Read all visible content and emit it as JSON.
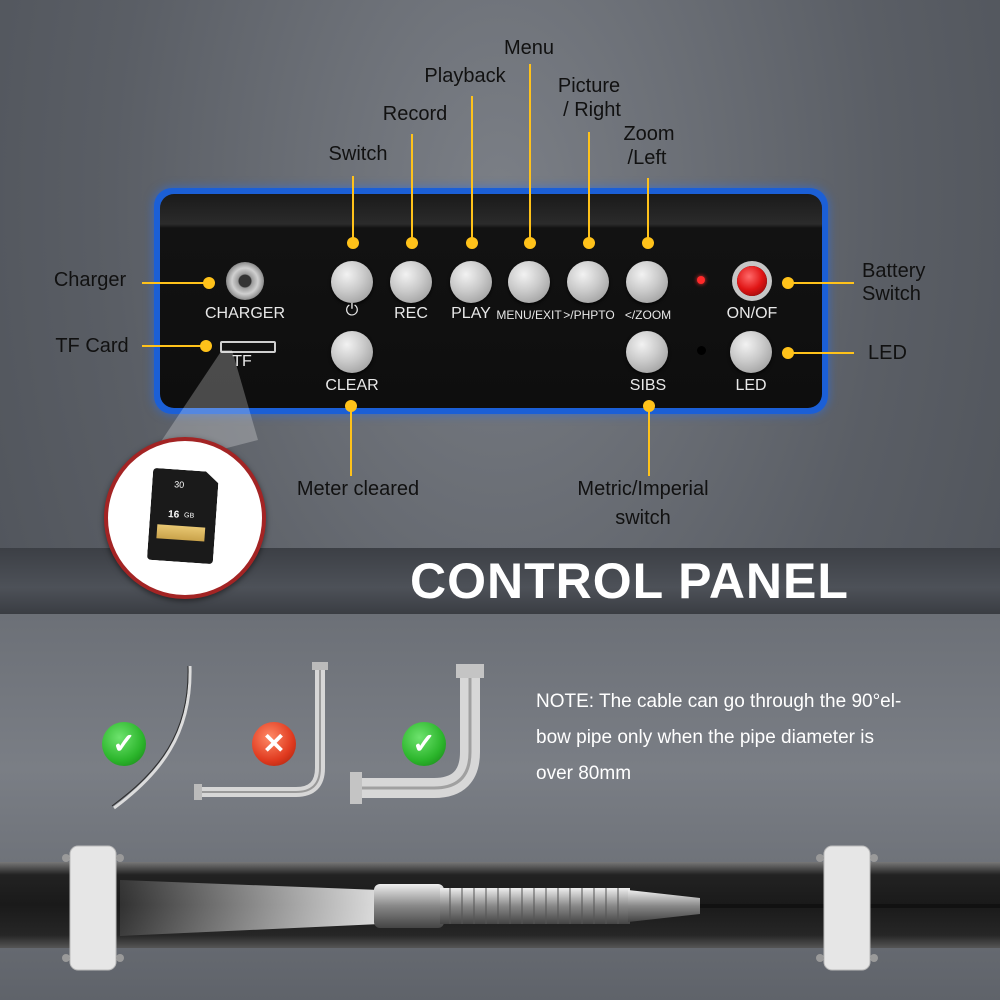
{
  "callouts": {
    "switch": "Switch",
    "record": "Record",
    "playback": "Playback",
    "menu": "Menu",
    "picture_right_1": "Picture",
    "picture_right_2": "/ Right",
    "zoom_left_1": "Zoom",
    "zoom_left_2": "/Left",
    "charger": "Charger",
    "tf_card": "TF Card",
    "battery_switch_1": "Battery",
    "battery_switch_2": "Switch",
    "led": "LED",
    "meter_cleared": "Meter cleared",
    "metric_imperial_1": "Metric/Imperial",
    "metric_imperial_2": "switch"
  },
  "panel_labels": {
    "charger": "CHARGER",
    "tf": "TF",
    "power_symbol": "⏻",
    "rec": "REC",
    "play": "PLAY",
    "menu_exit": "MENU/EXIT",
    "photo": ">/PHPTO",
    "zoom": "</ZOOM",
    "on_off": "ON/OF",
    "clear": "CLEAR",
    "sibs": "SIBS",
    "led": "LED"
  },
  "sd_card": {
    "speed": "30",
    "capacity": "16",
    "unit": "GB"
  },
  "title": "CONTROL PANEL",
  "note": {
    "line1": "NOTE: The cable can go through the 90°el-",
    "line2": "bow pipe only when the pipe diameter is",
    "line3": "over 80mm"
  },
  "status_icons": [
    "check-icon",
    "cross-icon",
    "check-icon"
  ],
  "colors": {
    "accent_yellow": "#ffc21a",
    "panel_border_blue": "#1b5fd6",
    "check_green": "#2bb52b",
    "cross_red": "#e03a1f",
    "sd_circle_border": "#a32424"
  }
}
